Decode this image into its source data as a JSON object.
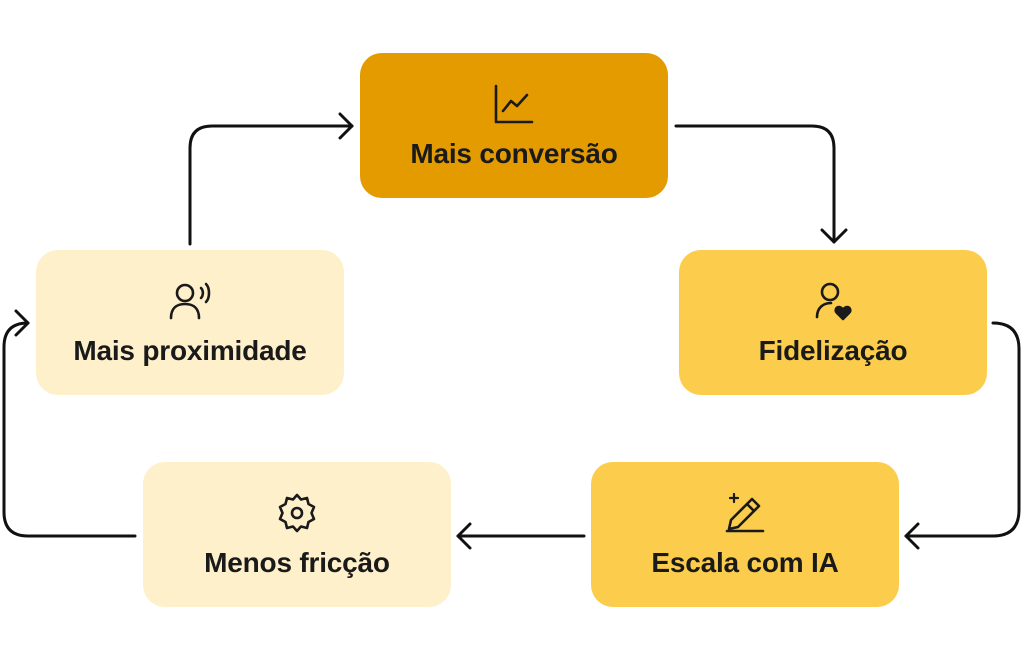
{
  "colors": {
    "dark": "#E39B00",
    "mid": "#FCCD4C",
    "light": "#FEF0CB",
    "text": "#1A1A1A",
    "line": "#111111"
  },
  "nodes": {
    "conversao": {
      "label": "Mais conversão",
      "icon": "line-chart-icon",
      "tone": "dark"
    },
    "fidelizacao": {
      "label": "Fidelização",
      "icon": "user-heart-icon",
      "tone": "mid"
    },
    "escala": {
      "label": "Escala com IA",
      "icon": "magic-pencil-icon",
      "tone": "mid"
    },
    "friccao": {
      "label": "Menos fricção",
      "icon": "gear-icon",
      "tone": "light"
    },
    "proximidade": {
      "label": "Mais proximidade",
      "icon": "user-voice-icon",
      "tone": "light"
    }
  }
}
